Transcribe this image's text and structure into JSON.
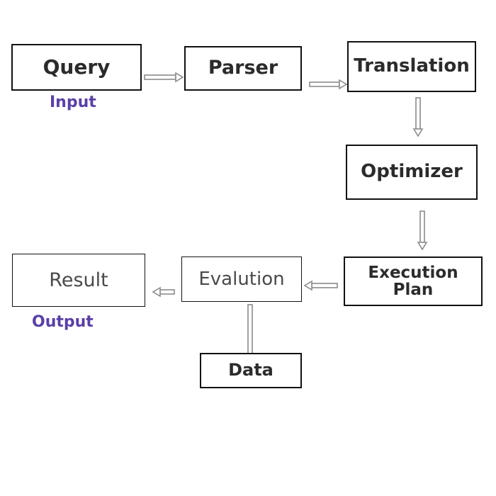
{
  "nodes": {
    "query": "Query",
    "parser": "Parser",
    "translation": "Translation",
    "optimizer": "Optimizer",
    "execution_plan_line1": "Execution",
    "execution_plan_line2": "Plan",
    "evaluation": "Evalution",
    "result": "Result",
    "data": "Data"
  },
  "labels": {
    "input": "Input",
    "output": "Output"
  },
  "colors": {
    "label_accent": "#5b3fa8",
    "box_border": "#111111",
    "arrow": "#8a8a8a"
  }
}
